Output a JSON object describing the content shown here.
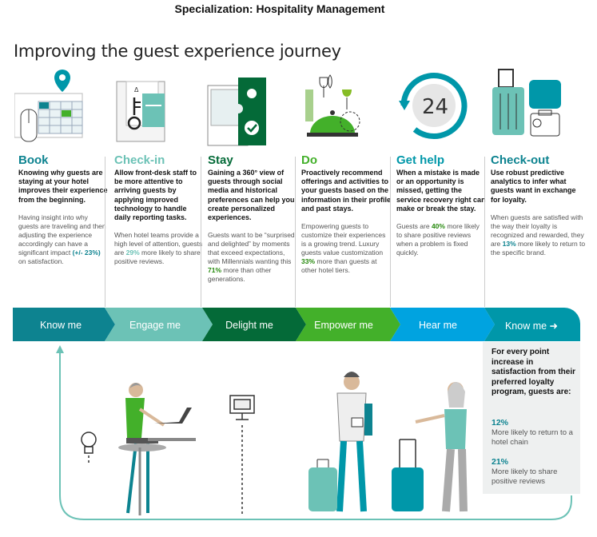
{
  "header": {
    "top_title": "Specialization: Hospitality Management",
    "main_title": "Improving the guest experience journey"
  },
  "stages": [
    {
      "title": "Book",
      "bold": "Knowing why guests are staying at your hotel improves their experience from the beginning.",
      "plain_before": "Having insight into why guests are traveling and then adjusting the experience accordingly can have a significant impact ",
      "highlight": "(+/- 23%)",
      "plain_after": " on satisfaction.",
      "band": "Know me"
    },
    {
      "title": "Check-in",
      "bold": "Allow front-desk staff to be more attentive to arriving guests by applying improved technology to handle daily reporting tasks.",
      "plain_before": "When hotel teams provide a high level of attention, guests are ",
      "highlight": "29%",
      "plain_after": " more likely to share positive reviews.",
      "band": "Engage me"
    },
    {
      "title": "Stay",
      "bold": "Gaining a 360° view of guests through social media and historical preferences can help you create personalized experiences.",
      "plain_before": "Guests want to be “surprised and delighted” by moments that exceed expectations, with Millennials wanting this ",
      "highlight": "71%",
      "plain_after": " more than other generations.",
      "band": "Delight me"
    },
    {
      "title": "Do",
      "bold": "Proactively recommend offerings and activities to your guests based on the information in their profile and past stays.",
      "plain_before": "Empowering guests to customize their experiences is a growing trend. Luxury guests value customization ",
      "highlight": "33%",
      "plain_after": " more than guests at other hotel tiers.",
      "band": "Empower me"
    },
    {
      "title": "Get help",
      "bold": "When a mistake is made or an opportunity is missed, getting the service recovery right can make or break the stay.",
      "plain_before": "Guests are ",
      "highlight": "40%",
      "plain_after": " more likely to share positive reviews when a problem is fixed quickly.",
      "band": "Hear me"
    },
    {
      "title": "Check-out",
      "bold": "Use robust predictive analytics to infer what guests want in exchange for loyalty.",
      "plain_before": "When guests are satisfied with the way their loyalty is recognized and rewarded, they are ",
      "highlight": "13%",
      "plain_after": " more likely to return to the specific brand.",
      "band": "Know me"
    }
  ],
  "loyalty": {
    "intro": "For every point increase in satisfaction from their preferred loyalty program, guests are:",
    "stat1_pct": "12%",
    "stat1_desc": "More likely to return to a hotel chain",
    "stat2_pct": "21%",
    "stat2_desc": "More likely to share positive reviews"
  },
  "icons": {
    "book": "calendar-pin-icon",
    "checkin": "key-card-icon",
    "stay": "door-hanger-icon",
    "do": "dining-icon",
    "gethelp": "24-hour-icon",
    "checkout": "luggage-icon"
  },
  "colors": {
    "teal": "#0d8390",
    "blue": "#0097a9",
    "light_teal": "#6cc2b6",
    "dark_green": "#046a38",
    "green": "#43b02a",
    "cyan": "#00a3e0",
    "accent_green": "#86bc25"
  },
  "icon_labels": {
    "clock_number": "24"
  }
}
